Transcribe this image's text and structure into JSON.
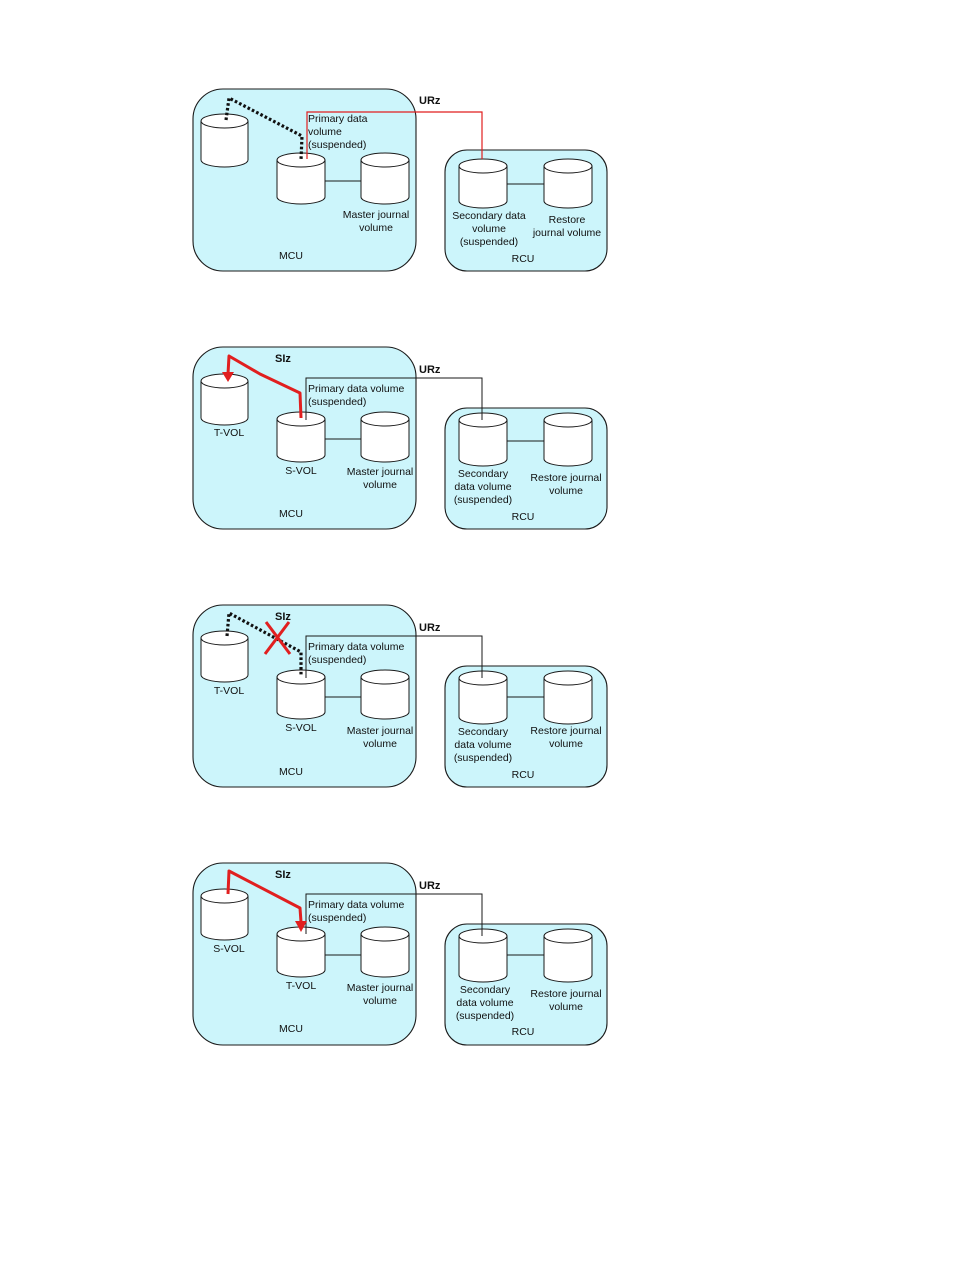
{
  "diagrams": [
    {
      "urz_label": "URz",
      "siz_label": "",
      "primary_label_lines": [
        "Primary data",
        "volume",
        "(suspended)"
      ],
      "left_cyl_label": "",
      "mid_cyl_label": "",
      "master_lines": [
        "Master journal",
        "volume"
      ],
      "mcu_label": "MCU",
      "secondary_lines": [
        "Secondary data",
        "volume",
        "(suspended)"
      ],
      "restore_lines": [
        "Restore",
        "journal volume"
      ],
      "rcu_label": "RCU"
    },
    {
      "urz_label": "URz",
      "siz_label": "SIz",
      "primary_label_lines": [
        "Primary data volume",
        "(suspended)"
      ],
      "left_cyl_label": "T-VOL",
      "mid_cyl_label": "S-VOL",
      "master_lines": [
        "Master journal",
        "volume"
      ],
      "mcu_label": "MCU",
      "secondary_lines": [
        "Secondary",
        "data volume",
        "(suspended)"
      ],
      "restore_lines": [
        "Restore journal",
        "volume"
      ],
      "rcu_label": "RCU"
    },
    {
      "urz_label": "URz",
      "siz_label": "SIz",
      "primary_label_lines": [
        "Primary data volume",
        "(suspended)"
      ],
      "left_cyl_label": "T-VOL",
      "mid_cyl_label": "S-VOL",
      "master_lines": [
        "Master journal",
        "volume"
      ],
      "mcu_label": "MCU",
      "secondary_lines": [
        "Secondary",
        "data volume",
        "(suspended)"
      ],
      "restore_lines": [
        "Restore journal",
        "volume"
      ],
      "rcu_label": "RCU"
    },
    {
      "urz_label": "URz",
      "siz_label": "SIz",
      "primary_label_lines": [
        "Primary data volume",
        "(suspended)"
      ],
      "left_cyl_label": "S-VOL",
      "mid_cyl_label": "T-VOL",
      "master_lines": [
        "Master journal",
        "volume"
      ],
      "mcu_label": "MCU",
      "secondary_lines": [
        "Secondary",
        "data volume",
        "(suspended)"
      ],
      "restore_lines": [
        "Restore journal",
        "volume"
      ],
      "rcu_label": "RCU"
    }
  ],
  "colors": {
    "box_fill": "#ccf5fb",
    "line": "#1a1a1a",
    "red": "#e11f1f"
  }
}
